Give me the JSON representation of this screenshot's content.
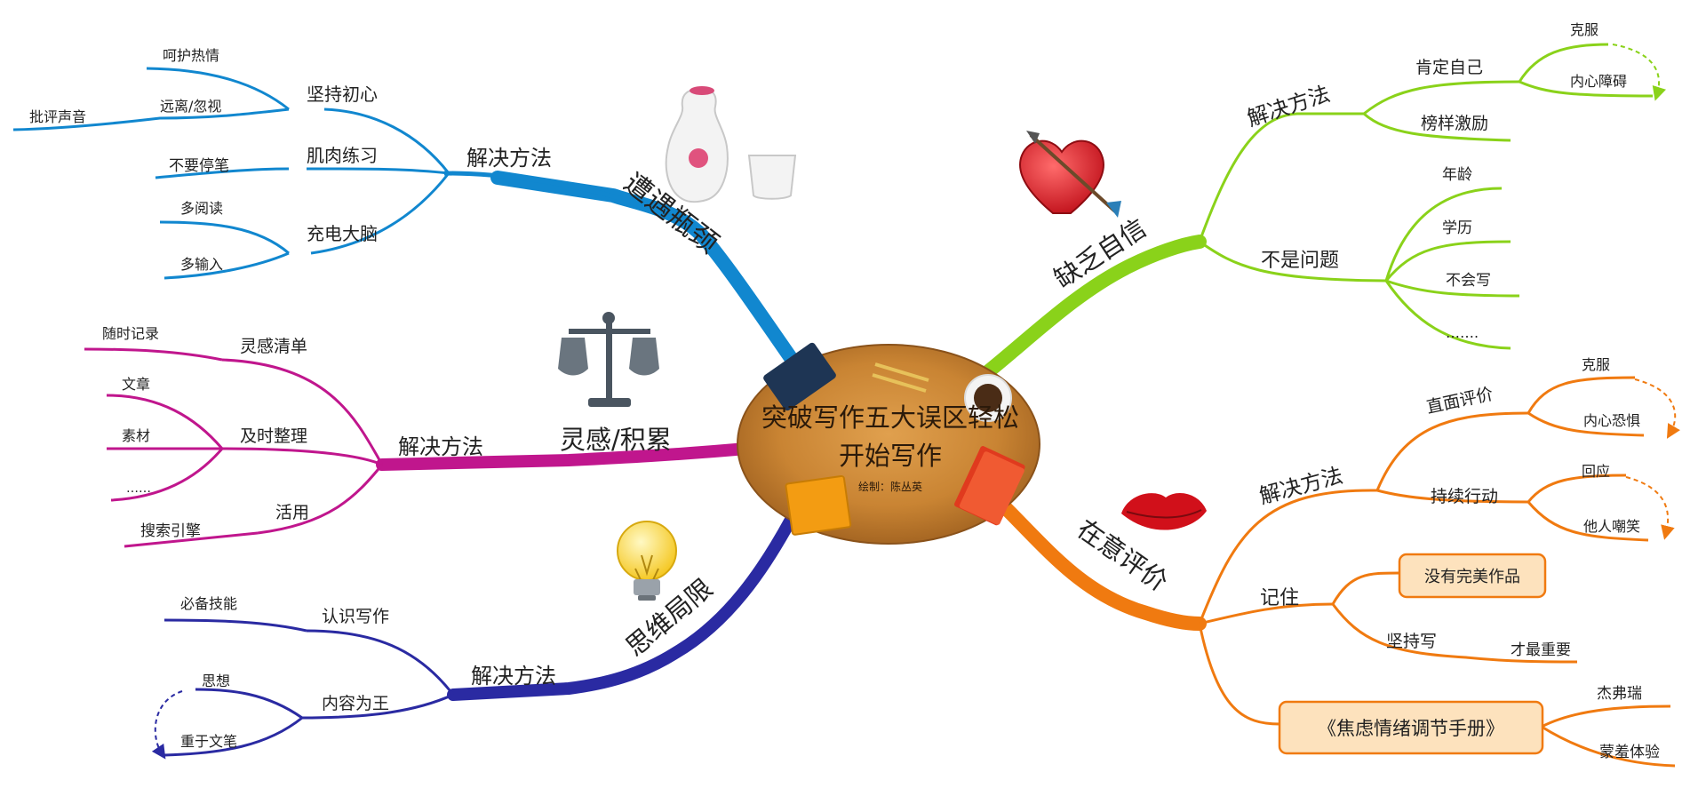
{
  "center": {
    "title_line1": "突破写作五大误区轻松",
    "title_line2": "开始写作",
    "author": "绘制：陈丛英"
  },
  "colors": {
    "blue": "#1187cf",
    "magenta": "#c0168d",
    "navy": "#2a2aa2",
    "green": "#8ad21a",
    "orange": "#f07a10",
    "callout_fill": "#fde2bd",
    "table_wood": "#c98433"
  },
  "branches": {
    "bottleneck": {
      "title": "遭遇瓶颈",
      "icon": "sake-bottle-icon",
      "method": "解决方法",
      "persist": "坚持初心",
      "persist_leaf1": "呵护热情",
      "persist_leaf2": "远离/忽视",
      "persist_leaf2_sub": "批评声音",
      "muscle": "肌肉练习",
      "muscle_leaf": "不要停笔",
      "recharge": "充电大脑",
      "recharge_leaf1": "多阅读",
      "recharge_leaf2": "多输入"
    },
    "inspiration": {
      "title": "灵感/积累",
      "icon": "balance-scale-icon",
      "method": "解决方法",
      "list": "灵感清单",
      "list_leaf": "随时记录",
      "organize": "及时整理",
      "organize_leaf1": "文章",
      "organize_leaf2": "素材",
      "organize_leaf3": "……",
      "use": "活用",
      "use_leaf": "搜索引擎"
    },
    "thinking": {
      "title": "思维局限",
      "icon": "lightbulb-icon",
      "method": "解决方法",
      "know": "认识写作",
      "know_leaf": "必备技能",
      "content": "内容为王",
      "content_leaf1": "思想",
      "content_leaf2": "重于文笔"
    },
    "confidence": {
      "title": "缺乏自信",
      "icon": "heart-arrow-icon",
      "method": "解决方法",
      "affirm": "肯定自己",
      "affirm_leaf1": "克服",
      "affirm_leaf2": "内心障碍",
      "rolemodel": "榜样激励",
      "notproblem": "不是问题",
      "np_leaf1": "年龄",
      "np_leaf2": "学历",
      "np_leaf3": "不会写",
      "np_leaf4": "……."
    },
    "evaluation": {
      "title": "在意评价",
      "icon": "lips-icon",
      "method": "解决方法",
      "face": "直面评价",
      "face_leaf1": "克服",
      "face_leaf2": "内心恐惧",
      "action": "持续行动",
      "action_leaf1": "回应",
      "action_leaf2": "他人嘲笑",
      "remember": "记住",
      "perfect": "没有完美作品",
      "keep": "坚持写",
      "keep_leaf": "才最重要",
      "book": "《焦虑情绪调节手册》",
      "book_leaf1": "杰弗瑞",
      "book_leaf2": "蒙羞体验"
    }
  }
}
